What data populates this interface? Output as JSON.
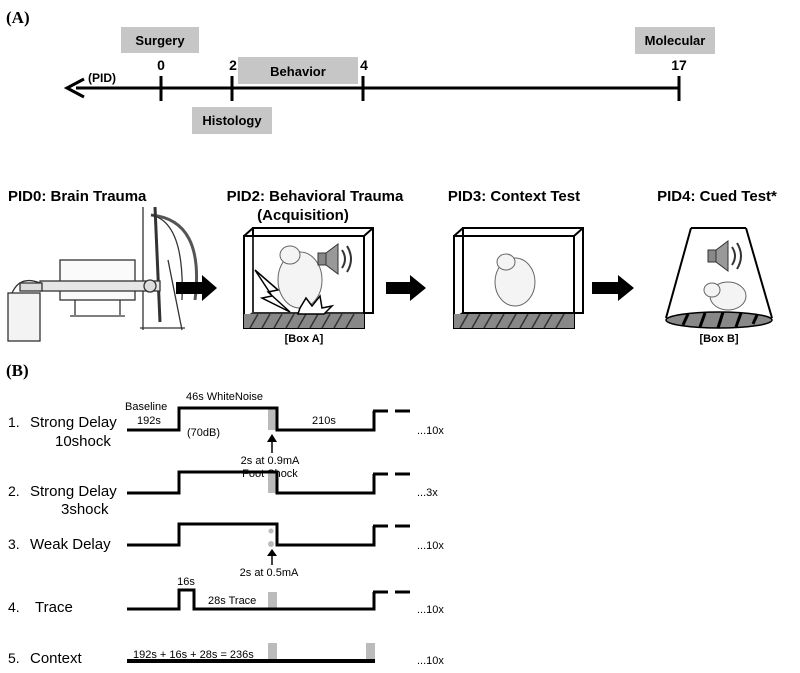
{
  "panel_a": {
    "label": "(A)",
    "axis_label": "(PID)",
    "ticks": [
      "0",
      "2",
      "4",
      "17"
    ],
    "boxes": {
      "surgery": "Surgery",
      "behavior": "Behavior",
      "histology": "Histology",
      "molecular": "Molecular"
    },
    "phases": {
      "pid0": "PID0: Brain Trauma",
      "pid2_line1": "PID2: Behavioral Trauma",
      "pid2_line2": "(Acquisition)",
      "pid3": "PID3: Context Test",
      "pid4": "PID4: Cued Test*"
    },
    "box_a": "[Box A]",
    "box_b": "[Box B]"
  },
  "panel_b": {
    "label": "(B)",
    "rows": [
      {
        "num": "1.",
        "name1": "Strong Delay",
        "name2": "10shock",
        "reps": "...10x"
      },
      {
        "num": "2.",
        "name1": "Strong Delay",
        "name2": "3shock",
        "reps": "...3x"
      },
      {
        "num": "3.",
        "name1": "Weak Delay",
        "name2": "",
        "reps": "...10x"
      },
      {
        "num": "4.",
        "name1": "Trace",
        "name2": "",
        "reps": "...10x"
      },
      {
        "num": "5.",
        "name1": "Context",
        "name2": "",
        "reps": "...10x"
      }
    ],
    "annotations": {
      "baseline": "Baseline",
      "baseline_time": "192s",
      "white_noise": "46s WhiteNoise",
      "db": "(70dB)",
      "iti": "210s",
      "strong_shock_1": "2s at 0.9mA",
      "strong_shock_2": "Foot Shock",
      "weak_shock": "2s at 0.5mA",
      "trace_cs": "16s",
      "trace_interval": "28s Trace",
      "context_sum": "192s + 16s + 28s = 236s"
    },
    "colors": {
      "shock_gray": "#bbbbbb",
      "box_gray": "#c6c6c6",
      "floor_gray": "#888888"
    }
  }
}
